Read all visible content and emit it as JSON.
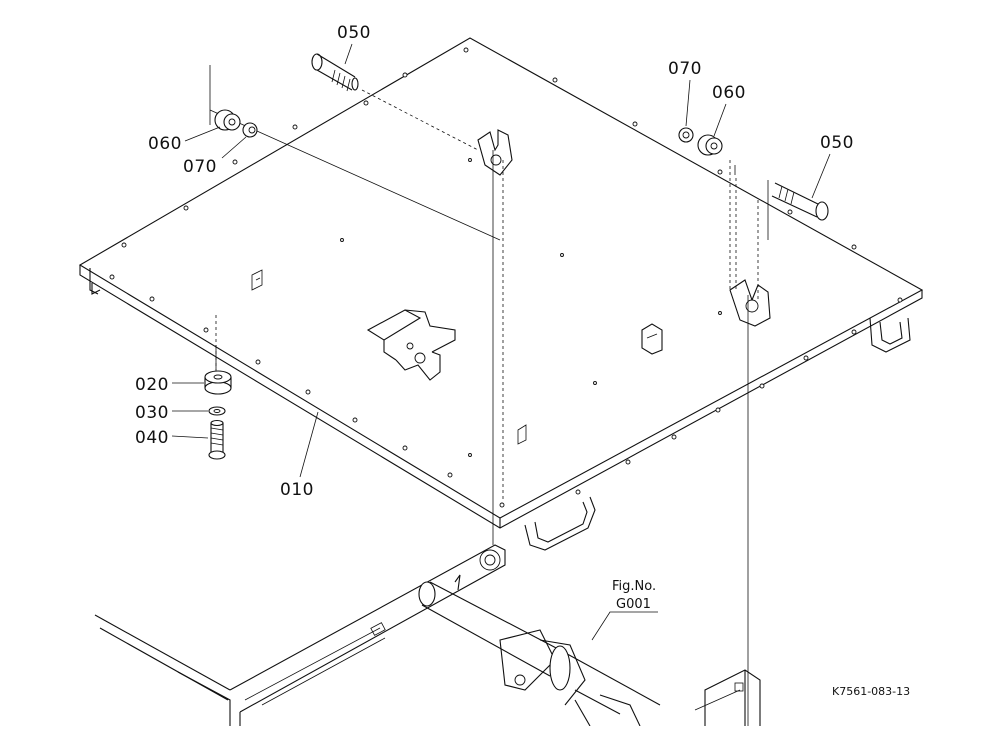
{
  "diagram": {
    "part_labels": [
      {
        "id": "p050a",
        "text": "050"
      },
      {
        "id": "p050b",
        "text": "050"
      },
      {
        "id": "p060a",
        "text": "060"
      },
      {
        "id": "p060b",
        "text": "060"
      },
      {
        "id": "p070a",
        "text": "070"
      },
      {
        "id": "p070b",
        "text": "070"
      },
      {
        "id": "p020",
        "text": "020"
      },
      {
        "id": "p030",
        "text": "030"
      },
      {
        "id": "p040",
        "text": "040"
      },
      {
        "id": "p010",
        "text": "010"
      }
    ],
    "figure_ref": {
      "line1": "Fig.No.",
      "line2": "G001"
    },
    "drawing_code": "K7561-083-13"
  }
}
